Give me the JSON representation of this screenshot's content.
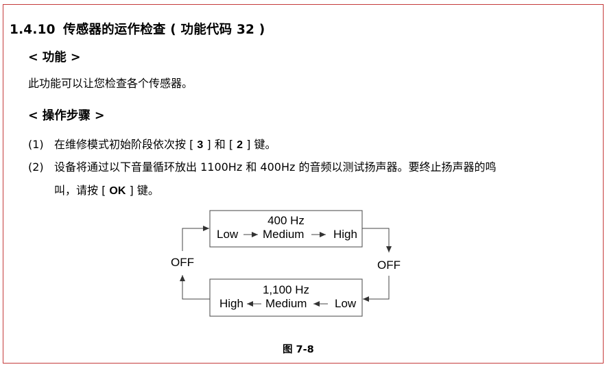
{
  "section": {
    "number": "1.4.10",
    "title": "传感器的运作检查 ( 功能代码 32 )"
  },
  "function": {
    "heading": "< 功能 >",
    "description": "此功能可以让您检查各个传感器。"
  },
  "procedure": {
    "heading": "< 操作步骤 >",
    "steps": [
      {
        "index": "(1)",
        "text_before": "在维修模式初始阶段依次按 [ ",
        "key1": "3",
        "text_mid": " ] 和 [ ",
        "key2": "2",
        "text_after": " ] 键。"
      },
      {
        "index": "(2)",
        "line1": "设备将通过以下音量循环放出 1100Hz 和 400Hz 的音频以测试扬声器。要终止扬声器的鸣",
        "line2_before": "叫，请按 [ ",
        "key": "OK",
        "line2_after": " ] 键。"
      }
    ]
  },
  "diagram": {
    "top_box": {
      "freq": "400 Hz",
      "levels": [
        "Low",
        "Medium",
        "High"
      ]
    },
    "bottom_box": {
      "freq": "1,100 Hz",
      "levels": [
        "High",
        "Medium",
        "Low"
      ]
    },
    "left_label": "OFF",
    "right_label": "OFF"
  },
  "caption": "图 7-8"
}
